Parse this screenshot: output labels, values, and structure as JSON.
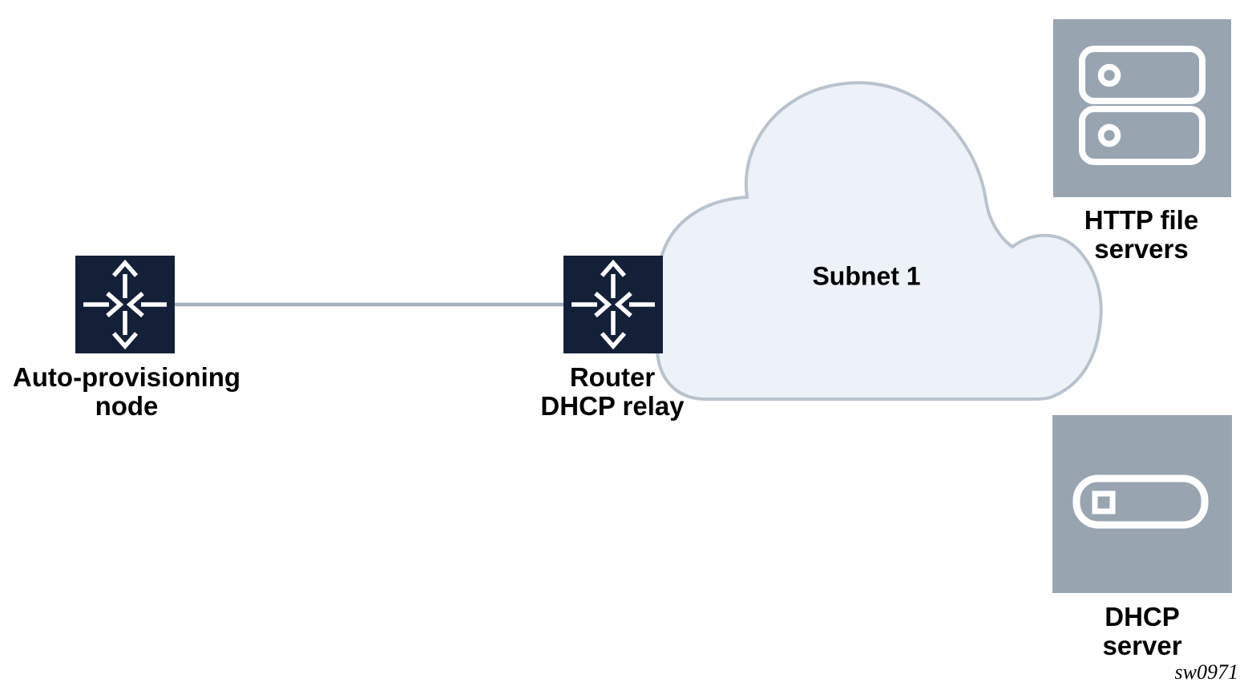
{
  "diagram": {
    "type": "network-topology",
    "watermark": "sw0971",
    "colors": {
      "router_fill": "#142038",
      "server_fill": "#99A4B1",
      "cloud_fill": "#EDF2F8",
      "cloud_stroke": "#B9C3CE",
      "link_stroke": "#A5AFBA",
      "icon_stroke": "#FFFFFF",
      "label_color": "#000000"
    },
    "nodes": {
      "auto_provisioning": {
        "label_line1": "Auto-provisioning",
        "label_line2": "node",
        "icon": "router-icon"
      },
      "router_relay": {
        "label_line1": "Router",
        "label_line2": "DHCP relay",
        "icon": "router-icon"
      },
      "subnet": {
        "label": "Subnet 1",
        "icon": "cloud-shape"
      },
      "http_servers": {
        "label_line1": "HTTP file",
        "label_line2": "servers",
        "icon": "dual-server-icon"
      },
      "dhcp_server": {
        "label_line1": "DHCP",
        "label_line2": "server",
        "icon": "server-icon"
      }
    },
    "links": [
      {
        "from": "auto_provisioning",
        "to": "router_relay"
      }
    ]
  }
}
